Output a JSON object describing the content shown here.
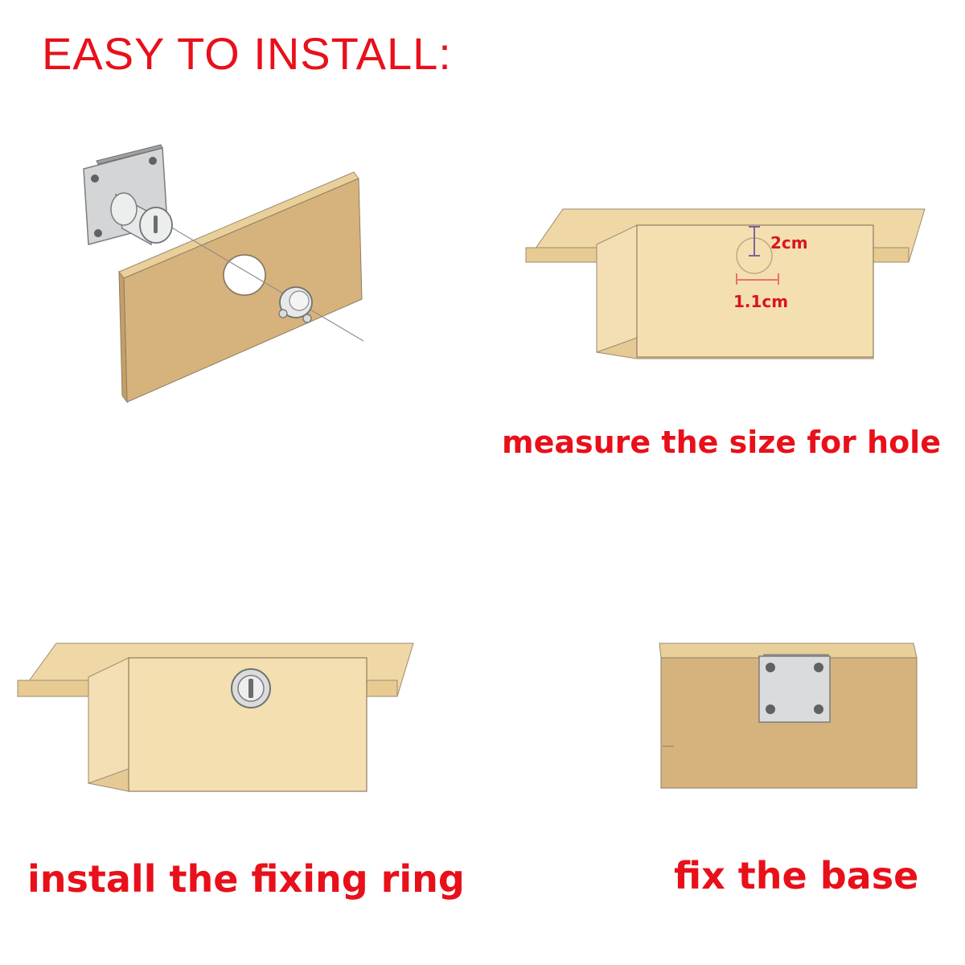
{
  "title": "EASY TO INSTALL:",
  "steps": [
    {
      "caption": ""
    },
    {
      "caption": "measure the size for hole",
      "dims": {
        "height": "2cm",
        "width": "1.1cm"
      }
    },
    {
      "caption": "install the fixing ring"
    },
    {
      "caption": "fix the base"
    }
  ],
  "colors": {
    "accent": "#e8101a",
    "wood_front": "#d6b37c",
    "wood_light": "#f0d8a6",
    "wood_edge": "#c9a46d",
    "metal": "#d9dbdc"
  }
}
